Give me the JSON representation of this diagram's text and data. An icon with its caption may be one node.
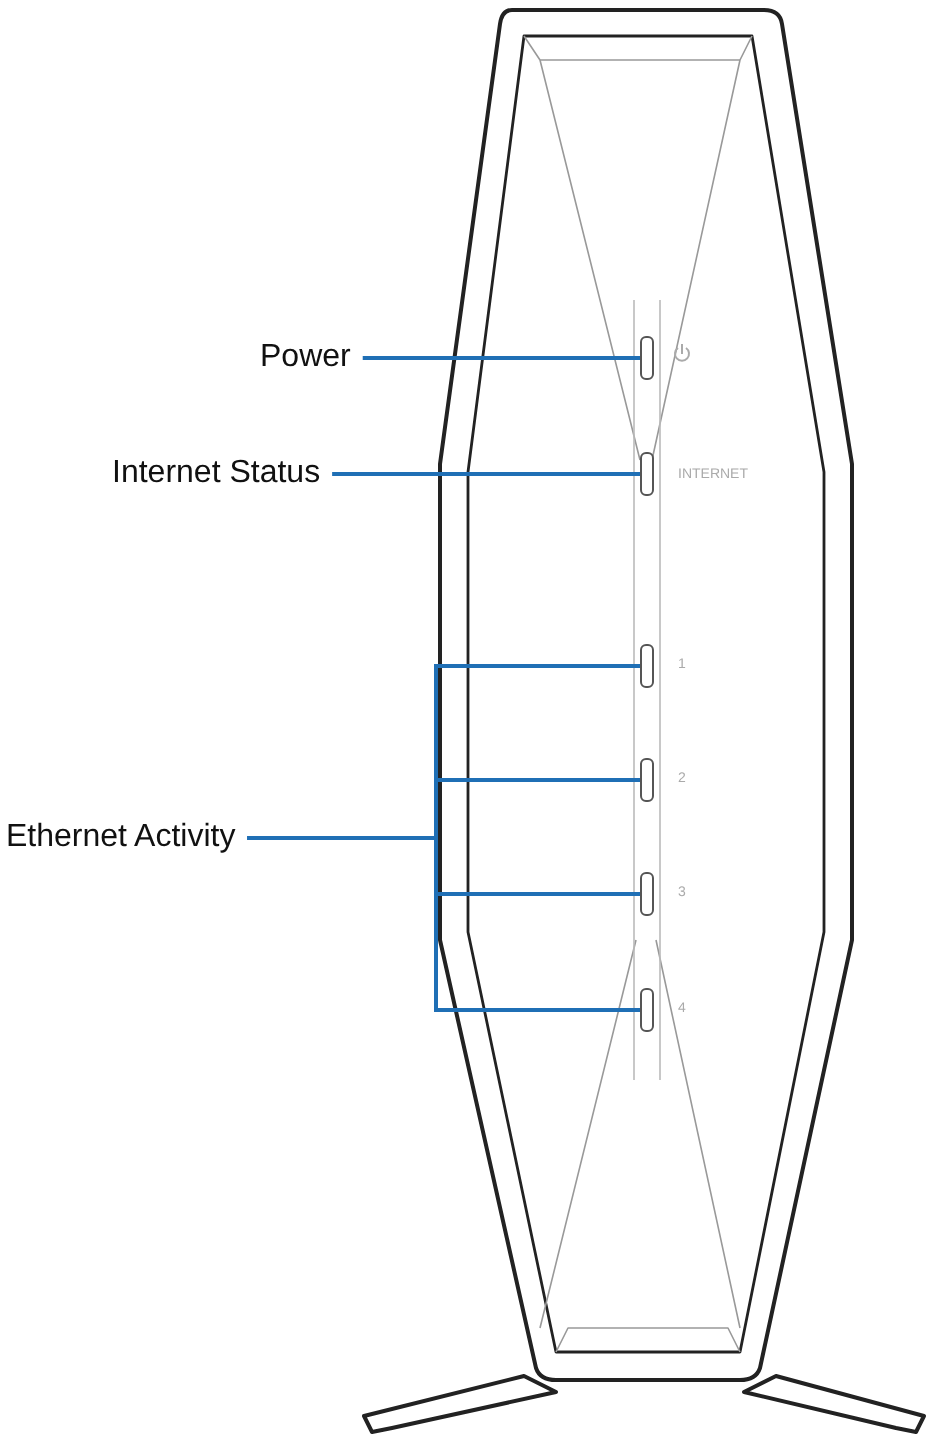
{
  "diagram": {
    "nodes": [
      {
        "text": [
          "Power"
        ]
      },
      {
        "text": [
          "Internet Status"
        ]
      },
      {
        "text": [
          "Ethernet Activity"
        ]
      },
      {
        "text": [],
        "shape": "bar"
      },
      {
        "text": [],
        "shape": "bar"
      },
      {
        "text": [],
        "shape": "bar"
      },
      {
        "text": [],
        "shape": "bar"
      },
      {
        "text": [],
        "shape": "bar"
      },
      {
        "text": [],
        "shape": "bar"
      }
    ],
    "edges": [
      {
        "from": 0,
        "to": 3,
        "arrow": "none"
      },
      {
        "from": 1,
        "to": 4,
        "arrow": "none"
      },
      {
        "from": 2,
        "to": 5,
        "arrow": "none"
      },
      {
        "from": 2,
        "to": 6,
        "arrow": "none"
      },
      {
        "from": 2,
        "to": 7,
        "arrow": "none"
      },
      {
        "from": 2,
        "to": 8,
        "arrow": "none"
      }
    ],
    "labels": [
      "INTERNET",
      "1",
      "2",
      "3",
      "4"
    ]
  }
}
